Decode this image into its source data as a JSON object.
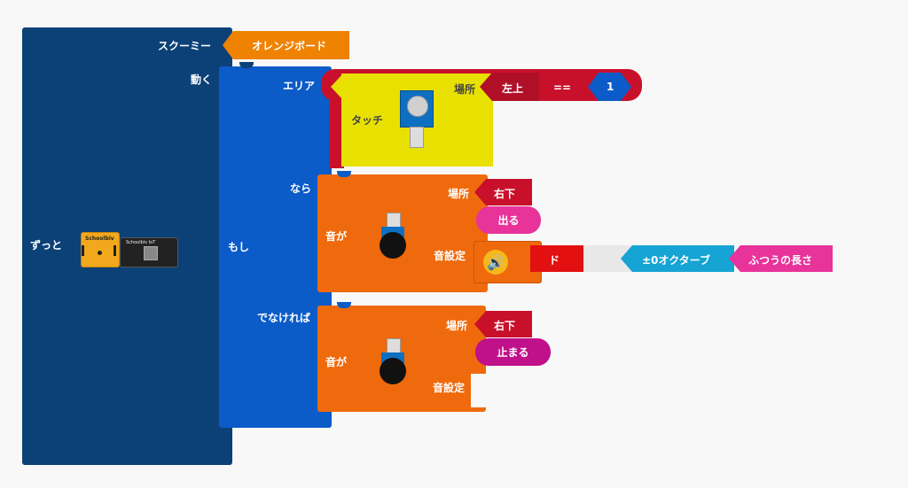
{
  "forever": {
    "label": "ずっと"
  },
  "board_block": {
    "label": "スクーミー",
    "board_name": "オレンジボード"
  },
  "move": {
    "label": "動く"
  },
  "if_block": {
    "label": "もし",
    "then_label": "なら",
    "else_label": "でなければ"
  },
  "area": {
    "label": "エリア",
    "sensor_label": "タッチ",
    "place_label": "場所",
    "place_value": "左上",
    "operator": "==",
    "compare_value": "1"
  },
  "sound_then": {
    "label": "音が",
    "place_label": "場所",
    "place_value": "右下",
    "action": "出る",
    "setting_label": "音設定",
    "note": "ド",
    "octave": "±0オクターブ",
    "length": "ふつうの長さ"
  },
  "sound_else": {
    "label": "音が",
    "place_label": "場所",
    "place_value": "右下",
    "action": "止まる",
    "setting_label": "音設定"
  },
  "chips": {
    "left": "Schoolbiv",
    "right": "Schoolbiv IoT"
  },
  "colors": {
    "forever": "#0c4178",
    "if": "#0b5bc8",
    "orange": "#ef6a0c",
    "yellow": "#e8e000",
    "red": "#c9102b",
    "magenta": "#e8339a",
    "purple": "#c0108a",
    "cyan": "#15a4d4"
  }
}
